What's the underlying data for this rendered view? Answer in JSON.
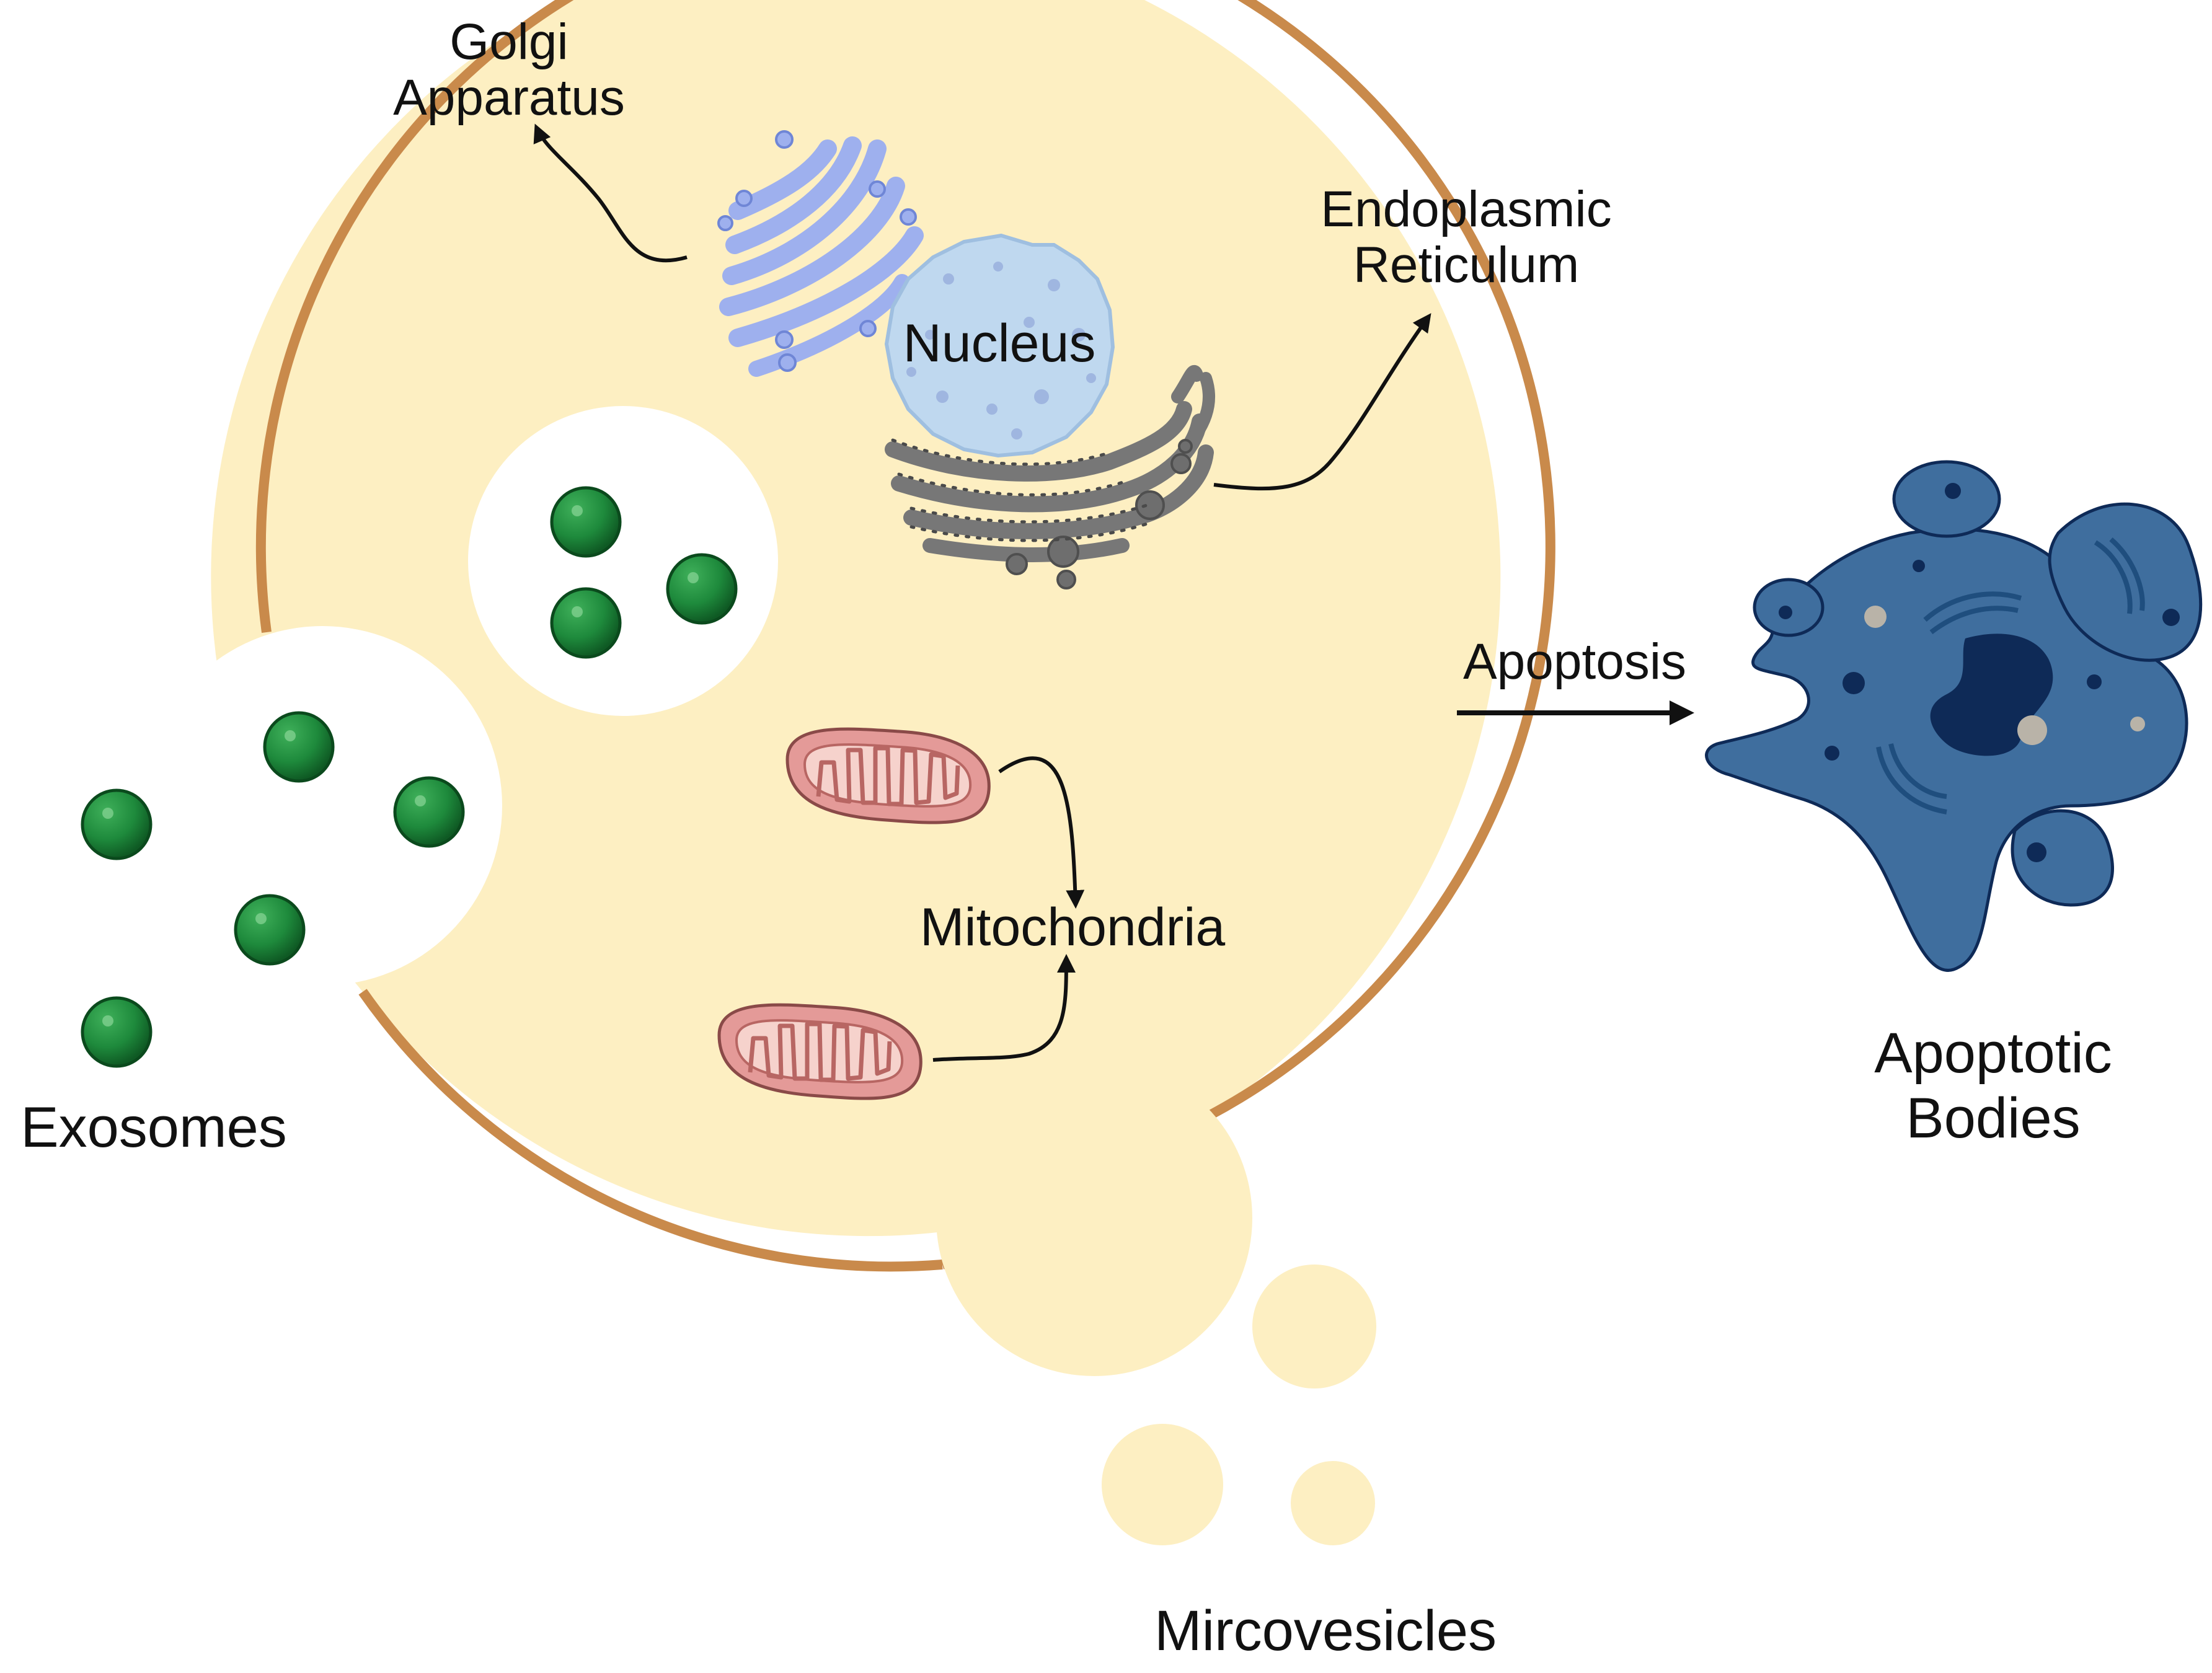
{
  "labels": {
    "golgi_line1": "Golgi",
    "golgi_line2": "Apparatus",
    "er_line1": "Endoplasmic",
    "er_line2": "Reticulum",
    "nucleus": "Nucleus",
    "mitochondria": "Mitochondria",
    "exosomes": "Exosomes",
    "microvesicles": "Mircovesicles",
    "apoptosis": "Apoptosis",
    "apoptotic_line1": "Apoptotic",
    "apoptotic_line2": "Bodies"
  },
  "colors": {
    "cytoplasm": "#FDEFC2",
    "membrane": "#C98A4B",
    "exosome": "#1E8A3C",
    "nucleus": "#BFD8EF",
    "golgi": "#8FA4E8",
    "er": "#6F6F6F",
    "mitochondria_outer": "#E49A98",
    "mitochondria_inner": "#F6D2CC",
    "apoptotic_body": "#3F6E9E",
    "apoptotic_dark": "#0E2A57",
    "arrow": "#111111"
  },
  "icons": [
    "cell",
    "exosome",
    "nucleus",
    "golgi-apparatus",
    "endoplasmic-reticulum",
    "mitochondrion",
    "apoptotic-body",
    "arrow"
  ]
}
